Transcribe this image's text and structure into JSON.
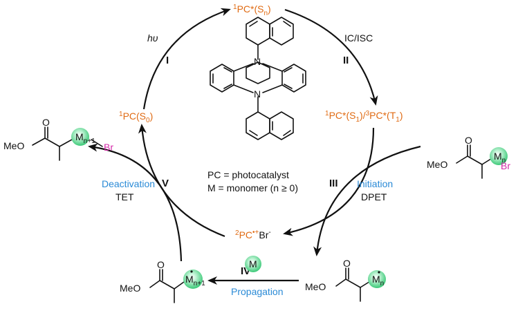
{
  "states": {
    "s_n": {
      "pre": "1",
      "base": "PC*(S",
      "sub": "n",
      "post": ")"
    },
    "s_0": {
      "pre": "1",
      "base": "PC(S",
      "sub": "0",
      "post": ")"
    },
    "s1_t1": {
      "pre1": "1",
      "base1": "PC*(S",
      "sub1": "1",
      "mid": ")/",
      "pre2": "3",
      "base2": "PC*(T",
      "sub2": "1",
      "post": ")"
    },
    "radical": {
      "pre": "2",
      "base": "PC",
      "sup": "•+",
      "br": "Br",
      "sup2": "-"
    }
  },
  "steps": {
    "step1": "I",
    "step2": "II",
    "step3": "III",
    "step4": "IV",
    "step5": "V",
    "hv": "hυ",
    "ic_isc": "IC/ISC",
    "initiation": "Initiation",
    "dpet": "DPET",
    "deactivation": "Deactivation",
    "tet": "TET",
    "propagation": "Propagation"
  },
  "legend": {
    "pc": "PC = photocatalyst",
    "m": "M = monomer (n ≥ 0)"
  },
  "catalyst": {
    "n_atom": "N"
  },
  "molecules": {
    "meo": "MeO",
    "o": "O",
    "br": "Br",
    "m": "M",
    "m_sub_n": "n",
    "m_sub_n1": "n+1"
  },
  "colors": {
    "state": "#e06a12",
    "process": "#2a8ad6",
    "bromide": "#d42aa8",
    "monomer_bead": "#4cd68a"
  }
}
